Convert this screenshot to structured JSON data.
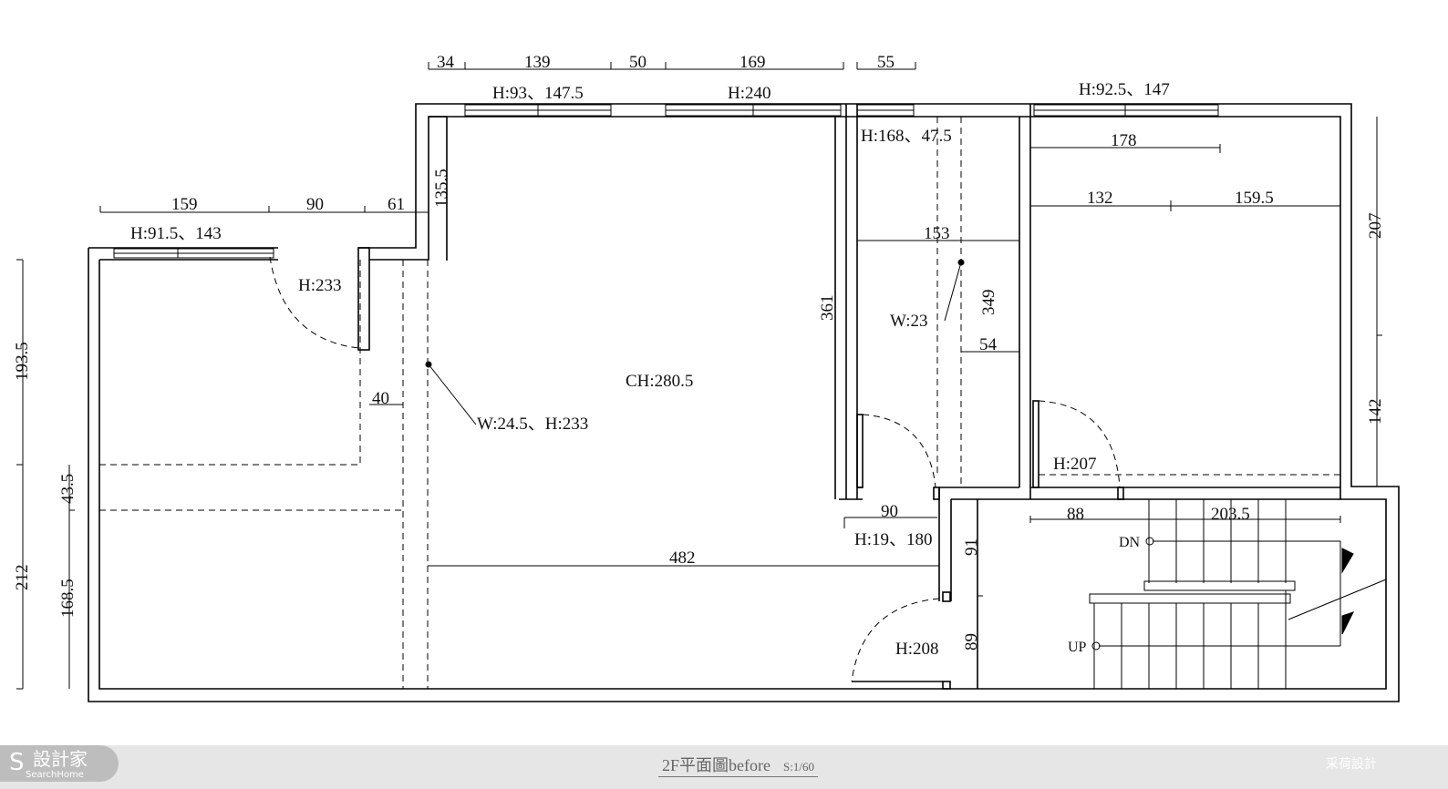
{
  "plan": {
    "labels": {
      "ceiling_height": "CH:280.5",
      "win_left_room": "H:91.5、143",
      "win_top_a": "H:93、147.5",
      "win_top_b": "H:240",
      "win_mid": "H:168、47.5",
      "win_right": "H:92.5、147",
      "door_h233": "H:233",
      "door_h207": "H:207",
      "door_h208": "H:208",
      "opening_h19": "H:19、180",
      "note_w245": "W:24.5、H:233",
      "note_w23": "W:23"
    },
    "dims": {
      "top_34": "34",
      "top_139": "139",
      "top_50": "50",
      "top_169": "169",
      "top_55": "55",
      "left_159": "159",
      "left_90": "90",
      "left_61": "61",
      "v_1355": "135.5",
      "v_1935": "193.5",
      "v_435": "43.5",
      "v_212": "212",
      "v_1685": "168.5",
      "d_40": "40",
      "d_361": "361",
      "d_153": "153",
      "d_349": "349",
      "d_54": "54",
      "d_90": "90",
      "d_482": "482",
      "d_91": "91",
      "d_89": "89",
      "d_178": "178",
      "d_132": "132",
      "d_1595": "159.5",
      "d_207": "207",
      "d_142": "142",
      "d_88": "88",
      "d_2035": "203.5"
    },
    "stair": {
      "down": "DN",
      "up": "UP"
    }
  },
  "footer": {
    "logo_cn": "設計家",
    "logo_en": "SearchHome",
    "title": "2F平面圖before",
    "scale": "S:1/60",
    "designer": "采荷設計"
  }
}
